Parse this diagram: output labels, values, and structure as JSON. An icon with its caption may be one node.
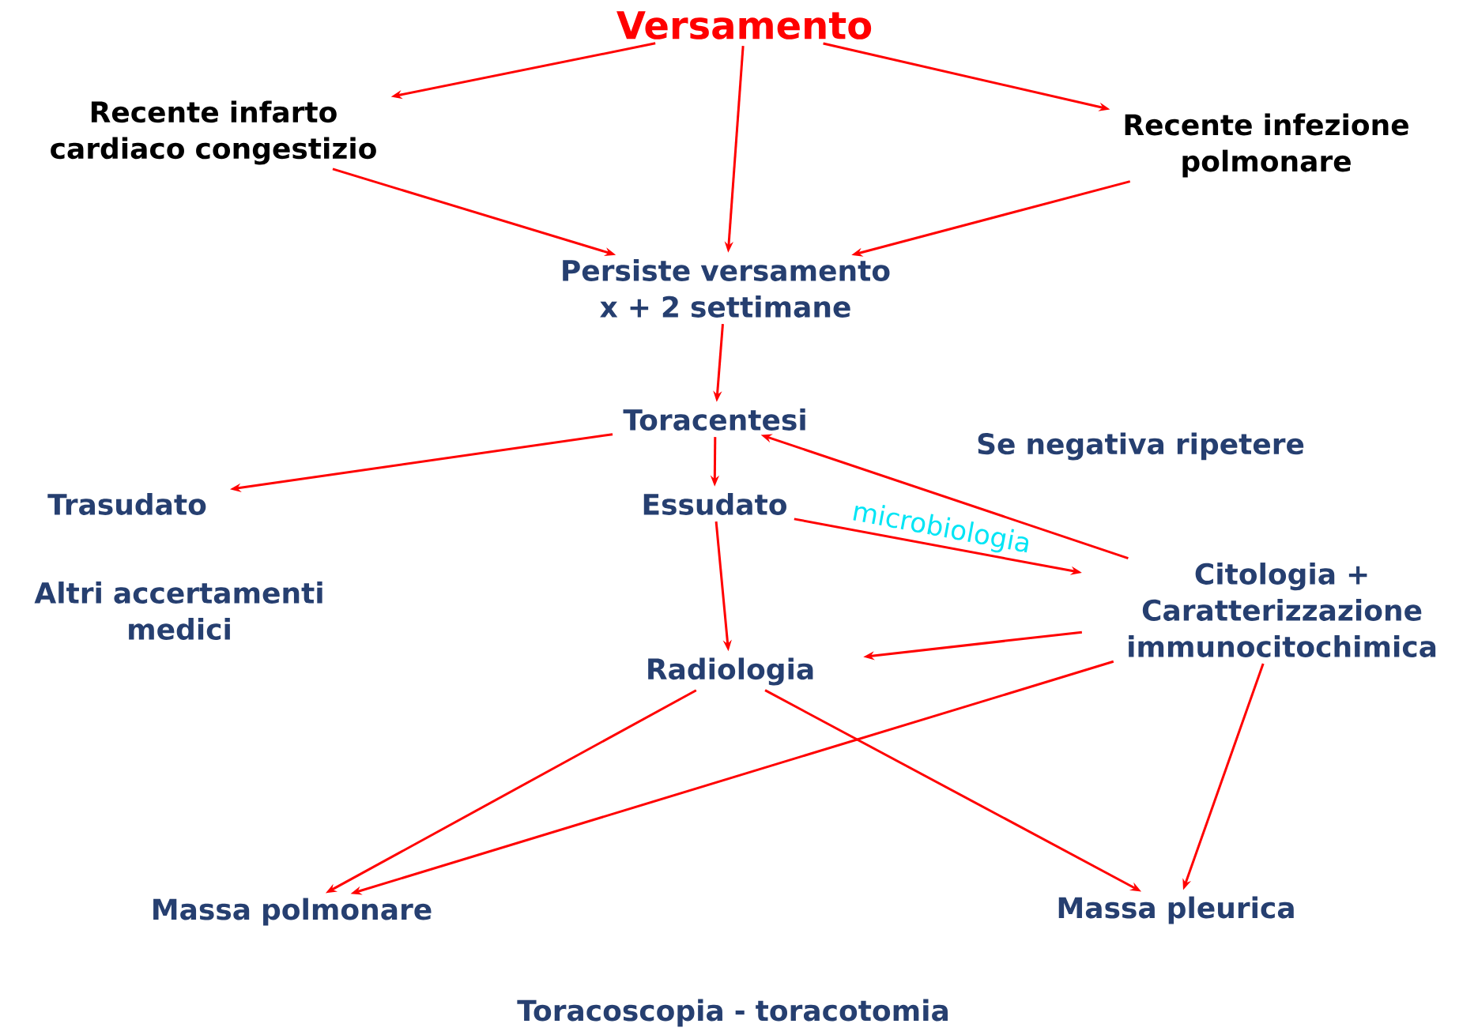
{
  "diagram": {
    "nodes": [
      {
        "text": [
          "Versamento"
        ]
      },
      {
        "text": [
          "Recente infarto cardiaco congestizio"
        ]
      },
      {
        "text": [
          "Recente infezione polmonare"
        ]
      },
      {
        "text": [
          "Persiste versamento x + 2 settimane"
        ]
      },
      {
        "text": [
          "Toracentesi"
        ]
      },
      {
        "text": [
          "Trasudato"
        ]
      },
      {
        "text": [
          "Essudato"
        ]
      },
      {
        "text": [
          "Citologia + Caratterizzazione immunocitochimica"
        ]
      },
      {
        "text": [
          "Radiologia"
        ]
      },
      {
        "text": [
          "Massa polmonare"
        ]
      },
      {
        "text": [
          "Massa pleurica"
        ]
      }
    ],
    "edges": [
      {
        "from": 0,
        "to": 1,
        "arrow": "to"
      },
      {
        "from": 0,
        "to": 3,
        "arrow": "to"
      },
      {
        "from": 0,
        "to": 2,
        "arrow": "to"
      },
      {
        "from": 1,
        "to": 3,
        "arrow": "to"
      },
      {
        "from": 2,
        "to": 3,
        "arrow": "to"
      },
      {
        "from": 3,
        "to": 4,
        "arrow": "to"
      },
      {
        "from": 4,
        "to": 5,
        "arrow": "to"
      },
      {
        "from": 4,
        "to": 6,
        "arrow": "to"
      },
      {
        "from": 6,
        "to": 7,
        "arrow": "to",
        "label": "microbiologia"
      },
      {
        "from": 7,
        "to": 4,
        "arrow": "to"
      },
      {
        "from": 6,
        "to": 8,
        "arrow": "to"
      },
      {
        "from": 7,
        "to": 8,
        "arrow": "to"
      },
      {
        "from": 7,
        "to": 9,
        "arrow": "to"
      },
      {
        "from": 7,
        "to": 10,
        "arrow": "to"
      },
      {
        "from": 8,
        "to": 9,
        "arrow": "to"
      },
      {
        "from": 8,
        "to": 10,
        "arrow": "to"
      }
    ],
    "labels": [
      "Se negativa ripetere",
      "Altri accertamenti medici",
      "Toracoscopia - toracotomia"
    ]
  }
}
